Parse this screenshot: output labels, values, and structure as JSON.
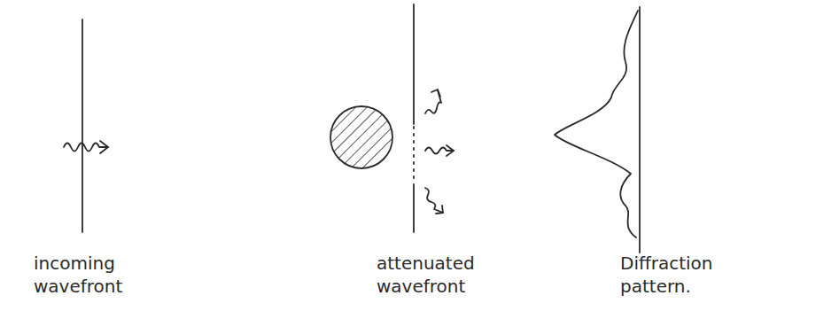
{
  "diagram": {
    "labels": [
      "incoming wavefront",
      "attenuated wavefront",
      "Diffraction pattern."
    ]
  }
}
